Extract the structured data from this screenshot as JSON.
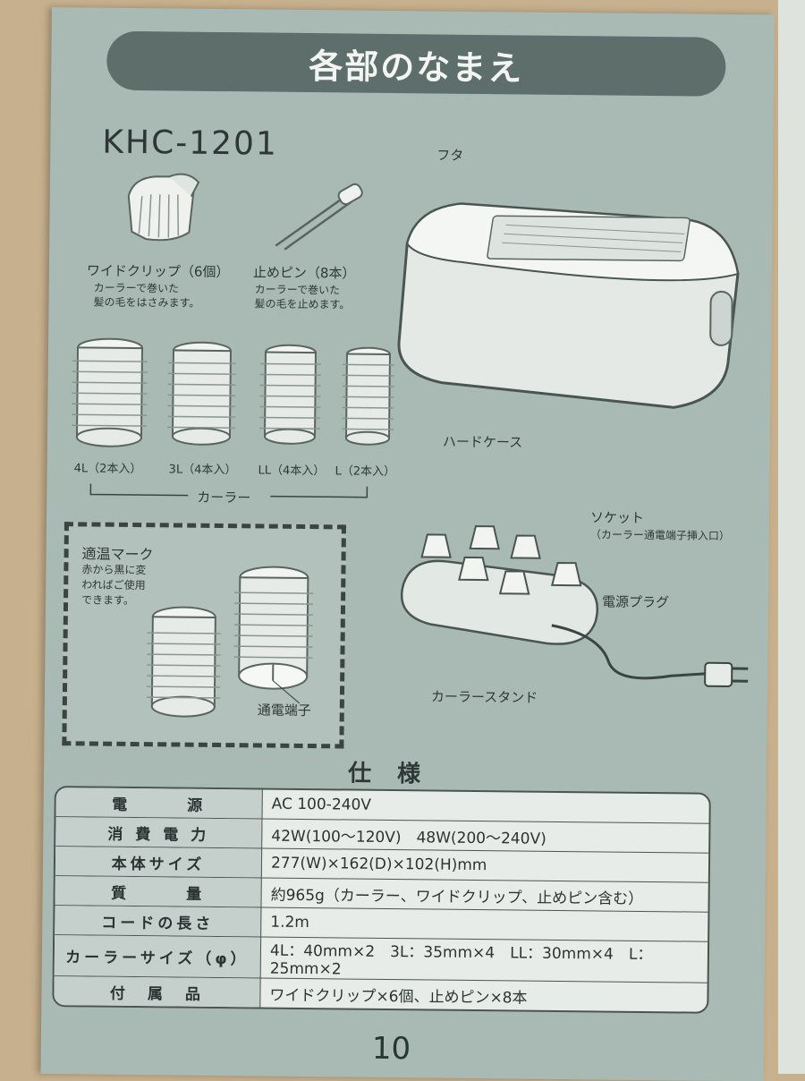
{
  "title": "各部のなまえ",
  "model": "KHC-1201",
  "parts": {
    "lid": "フタ",
    "hard_case": "ハードケース",
    "wide_clip": "ワイドクリップ（6個）",
    "wide_clip_desc_1": "カーラーで巻いた",
    "wide_clip_desc_2": "髪の毛をはさみます。",
    "pin": "止めピン（8本）",
    "pin_desc_1": "カーラーで巻いた",
    "pin_desc_2": "髪の毛を止めます。",
    "curler_4l": "4L（2本入）",
    "curler_3l": "3L（4本入）",
    "curler_ll": "LL（4本入）",
    "curler_l": "L（2本入）",
    "curler": "カーラー",
    "temp_mark": "適温マーク",
    "temp_desc_1": "赤から黒に変",
    "temp_desc_2": "わればご使用",
    "temp_desc_3": "できます。",
    "terminal": "通電端子",
    "socket": "ソケット",
    "socket_desc": "（カーラー通電端子挿入口）",
    "plug": "電源プラグ",
    "stand": "カーラースタンド"
  },
  "specs": {
    "heading": "仕 様",
    "rows": [
      {
        "key": "電　　　源",
        "value": "AC 100-240V"
      },
      {
        "key": "消 費 電 力",
        "value": "42W(100〜120V)　48W(200〜240V)"
      },
      {
        "key": "本体サイズ",
        "value": "277(W)×162(D)×102(H)mm"
      },
      {
        "key": "質　　　量",
        "value": "約965g（カーラー、ワイドクリップ、止めピン含む）"
      },
      {
        "key": "コードの長さ",
        "value": "1.2m"
      },
      {
        "key": "カーラーサイズ（φ）",
        "value": "4L：40mm×2　3L：35mm×4　LL：30mm×4　L：25mm×2"
      },
      {
        "key": "付　属　品",
        "value": "ワイドクリップ×6個、止めピン×8本"
      }
    ]
  },
  "page_number": "10"
}
